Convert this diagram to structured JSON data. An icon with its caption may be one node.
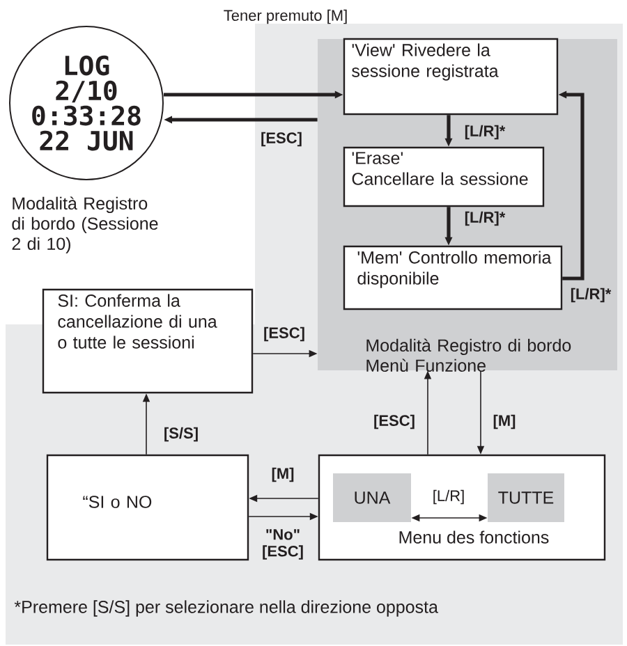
{
  "diagram": {
    "nodes": [
      {
        "text": [
          "LOG",
          "2/10",
          "0:33:28",
          "22 JUN"
        ],
        "beside": [
          "Modalità Registro di bordo (Sessione 2 di 10)"
        ]
      },
      {
        "text": [
          "Modalità Registro di bordo Menù Funzione"
        ]
      },
      {
        "text": [
          "'View' Rivedere la sessione registrata"
        ],
        "in": 1
      },
      {
        "text": [
          "'Erase'",
          "Cancellare la sessione"
        ],
        "in": 1
      },
      {
        "text": [
          "'Mem' Controllo memoria disponibile"
        ],
        "in": 1
      },
      {
        "text": [
          "SI: Conferma la cancellazione di una o tutte le sessioni"
        ]
      },
      {
        "text": [
          "“SI o NO"
        ]
      },
      {
        "text": [
          "Menu des fonctions"
        ]
      },
      {
        "text": [
          "UNA"
        ],
        "in": 7
      },
      {
        "text": [
          "TUTTE"
        ],
        "in": 7
      }
    ],
    "edges": [
      {
        "from": 0,
        "to": 2,
        "arrow": "to",
        "label": "Tener premuto [M]",
        "style": "thick"
      },
      {
        "from": 1,
        "to": 0,
        "arrow": "to",
        "label": "[ESC]",
        "style": "thick"
      },
      {
        "from": 2,
        "to": 3,
        "arrow": "to",
        "label": "[L/R]*",
        "style": "thick"
      },
      {
        "from": 3,
        "to": 4,
        "arrow": "to",
        "label": "[L/R]*",
        "style": "thick"
      },
      {
        "from": 4,
        "to": 2,
        "arrow": "to",
        "label": "[L/R]*",
        "style": "thick"
      },
      {
        "from": 5,
        "to": 1,
        "arrow": "to",
        "label": "[ESC]"
      },
      {
        "from": 7,
        "to": 1,
        "arrow": "to",
        "label": "[ESC]"
      },
      {
        "from": 1,
        "to": 7,
        "arrow": "to",
        "label": "[M]"
      },
      {
        "from": 7,
        "to": 6,
        "arrow": "to",
        "label": "[M]"
      },
      {
        "from": 6,
        "to": 7,
        "arrow": "to",
        "label": "\"No\" [ESC]"
      },
      {
        "from": 6,
        "to": 5,
        "arrow": "to",
        "label": "[S/S]"
      },
      {
        "from": 8,
        "to": 9,
        "arrow": "both",
        "label": "[L/R]"
      }
    ],
    "labels": [
      "*Premere [S/S] per selezionare nella direzione opposta"
    ]
  }
}
